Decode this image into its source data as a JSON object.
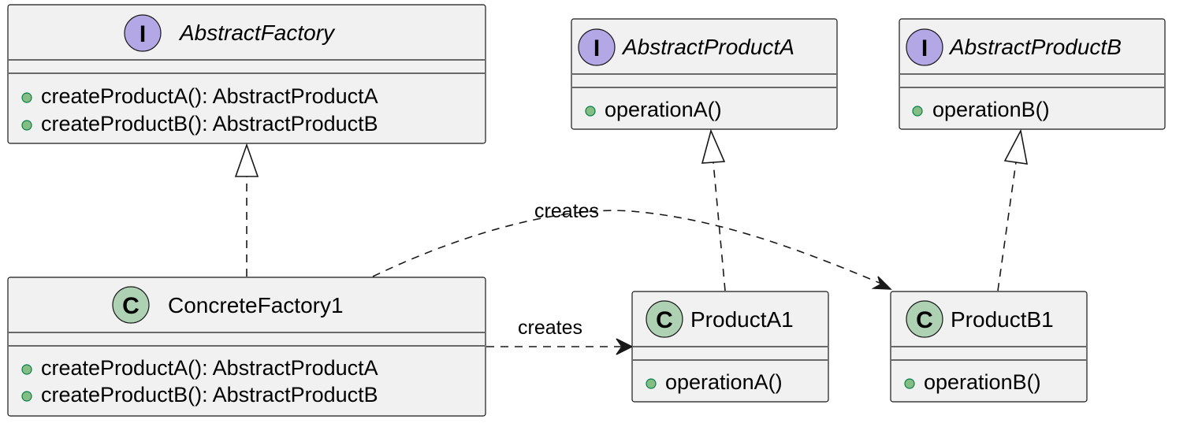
{
  "classes": {
    "abstract_factory": {
      "name": "AbstractFactory",
      "stereotype_letter": "I",
      "kind": "interface",
      "methods": [
        "createProductA(): AbstractProductA",
        "createProductB(): AbstractProductB"
      ]
    },
    "abstract_product_a": {
      "name": "AbstractProductA",
      "stereotype_letter": "I",
      "kind": "interface",
      "methods": [
        "operationA()"
      ]
    },
    "abstract_product_b": {
      "name": "AbstractProductB",
      "stereotype_letter": "I",
      "kind": "interface",
      "methods": [
        "operationB()"
      ]
    },
    "concrete_factory1": {
      "name": "ConcreteFactory1",
      "stereotype_letter": "C",
      "kind": "class",
      "methods": [
        "createProductA(): AbstractProductA",
        "createProductB(): AbstractProductB"
      ]
    },
    "product_a1": {
      "name": "ProductA1",
      "stereotype_letter": "C",
      "kind": "class",
      "methods": [
        "operationA()"
      ]
    },
    "product_b1": {
      "name": "ProductB1",
      "stereotype_letter": "C",
      "kind": "class",
      "methods": [
        "operationB()"
      ]
    }
  },
  "relations": {
    "creates_a_label": "creates",
    "creates_b_label": "creates"
  },
  "colors": {
    "box_fill": "#f1f1f1",
    "box_stroke": "#181818",
    "interface_badge": "#b4a7e5",
    "class_badge": "#add1b2",
    "public_dot": "#84be84",
    "public_dot_stroke": "#038048"
  }
}
